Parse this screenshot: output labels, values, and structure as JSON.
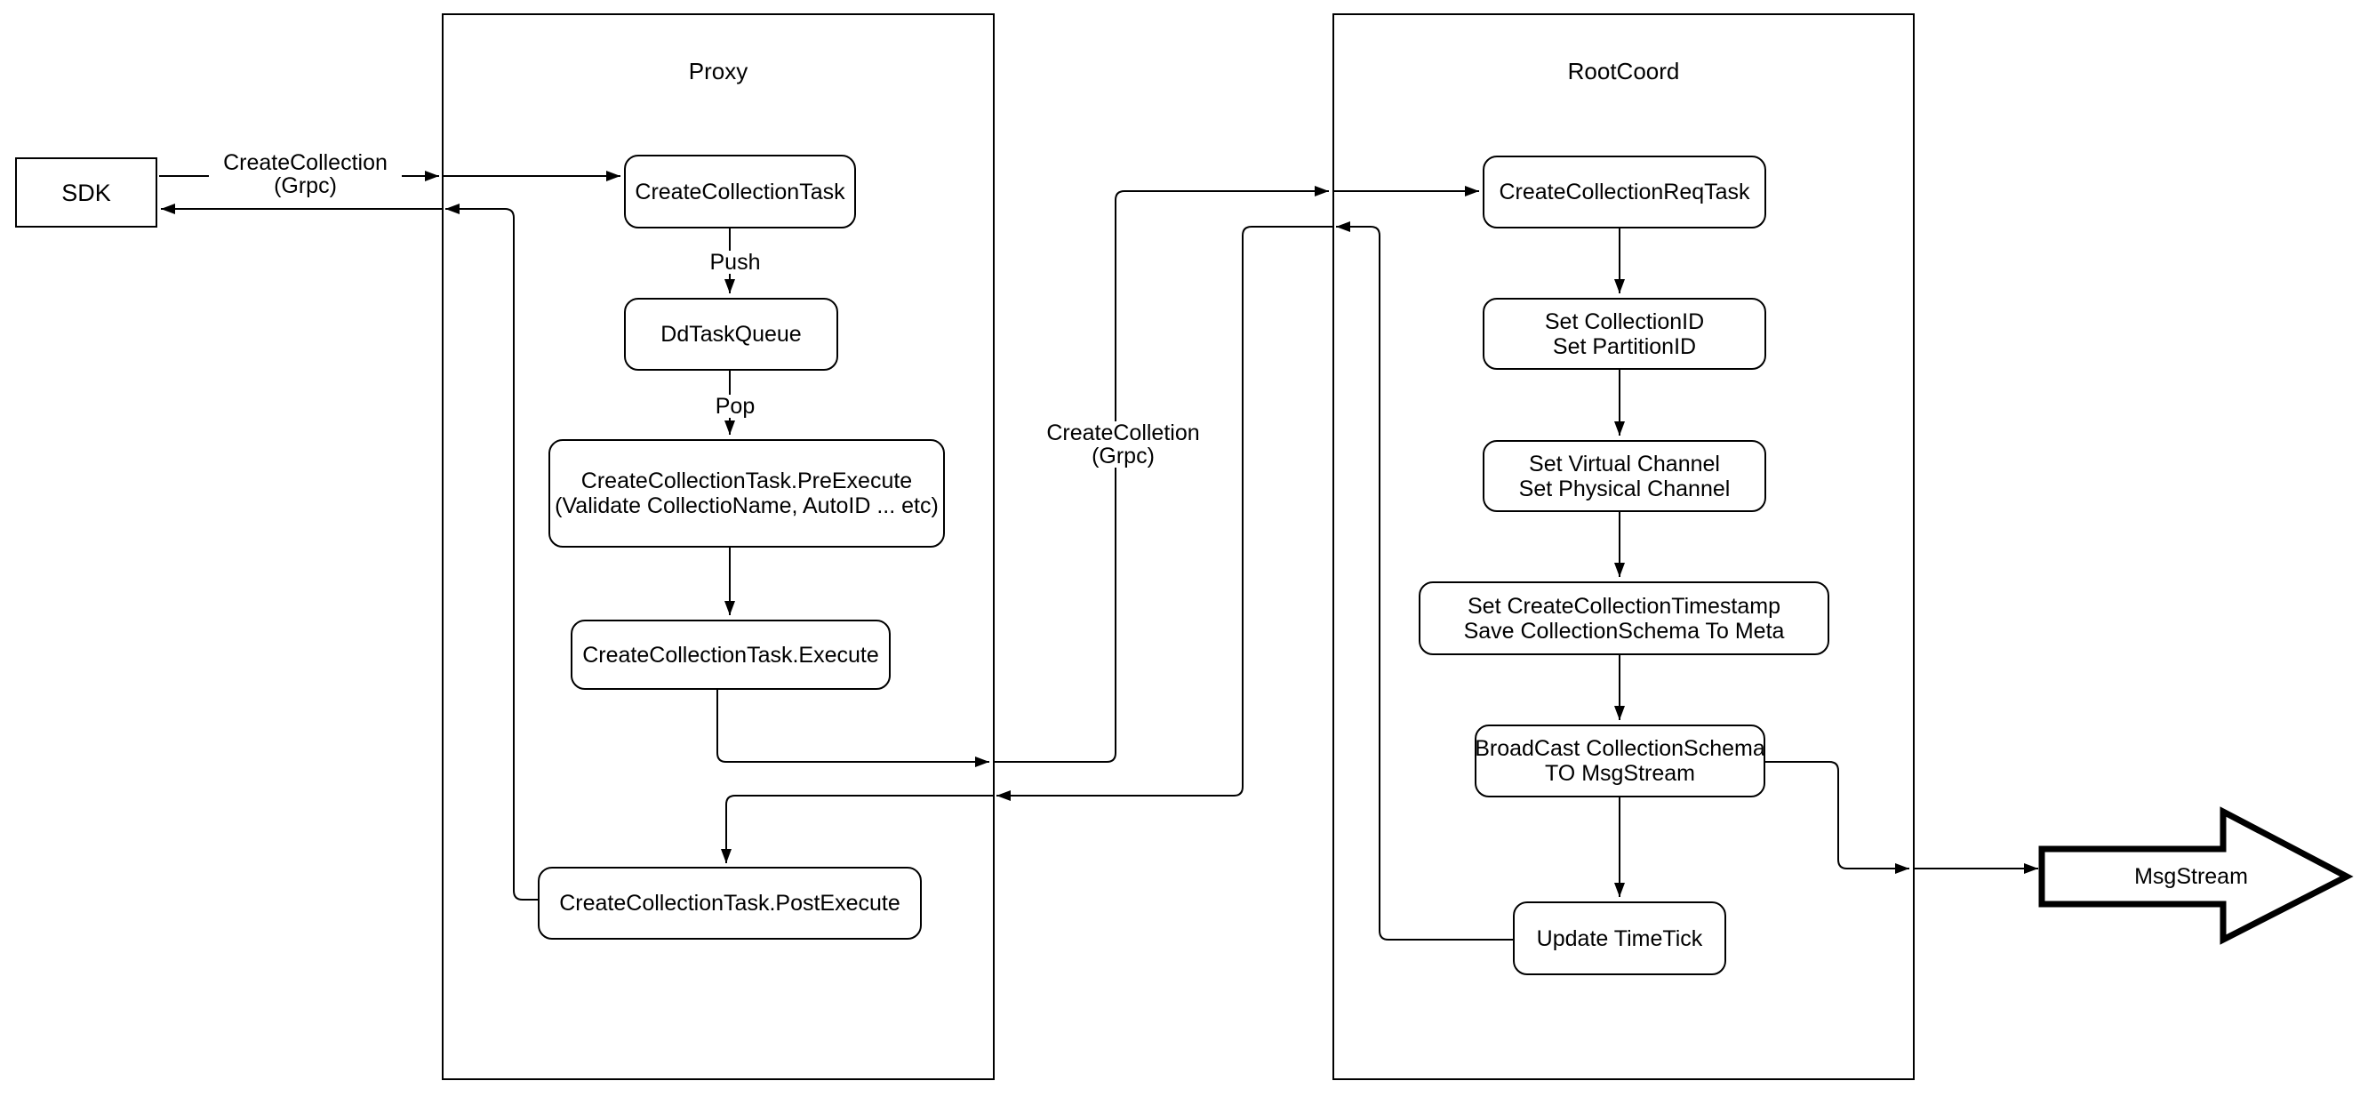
{
  "canvas": {
    "background": "#ffffff",
    "stroke": "#000000"
  },
  "containers": {
    "proxy": {
      "title": "Proxy"
    },
    "rootcoord": {
      "title": "RootCoord"
    }
  },
  "nodes": {
    "sdk": {
      "label": "SDK"
    },
    "createCollectionTask": {
      "label": "CreateCollectionTask"
    },
    "ddTaskQueue": {
      "label": "DdTaskQueue"
    },
    "preExecute": {
      "line1": "CreateCollectionTask.PreExecute",
      "line2": "(Validate CollectioName, AutoID ... etc)"
    },
    "execute": {
      "label": "CreateCollectionTask.Execute"
    },
    "postExecute": {
      "label": "CreateCollectionTask.PostExecute"
    },
    "createCollectionReqTask": {
      "label": "CreateCollectionReqTask"
    },
    "setIds": {
      "line1": "Set CollectionID",
      "line2": "Set PartitionID"
    },
    "setChannels": {
      "line1": "Set Virtual Channel",
      "line2": "Set Physical Channel"
    },
    "setTimestamp": {
      "line1": "Set CreateCollectionTimestamp",
      "line2": "Save CollectionSchema To Meta"
    },
    "broadcast": {
      "line1": "BroadCast CollectionSchema",
      "line2": "TO MsgStream"
    },
    "updateTimeTick": {
      "label": "Update TimeTick"
    }
  },
  "edge_labels": {
    "sdkToProxy": {
      "line1": "CreateCollection",
      "line2": "(Grpc)"
    },
    "proxyToRootcoord": {
      "line1": "CreateColletion",
      "line2": "(Grpc)"
    },
    "push": "Push",
    "pop": "Pop"
  },
  "msgstream": {
    "label": "MsgStream"
  }
}
